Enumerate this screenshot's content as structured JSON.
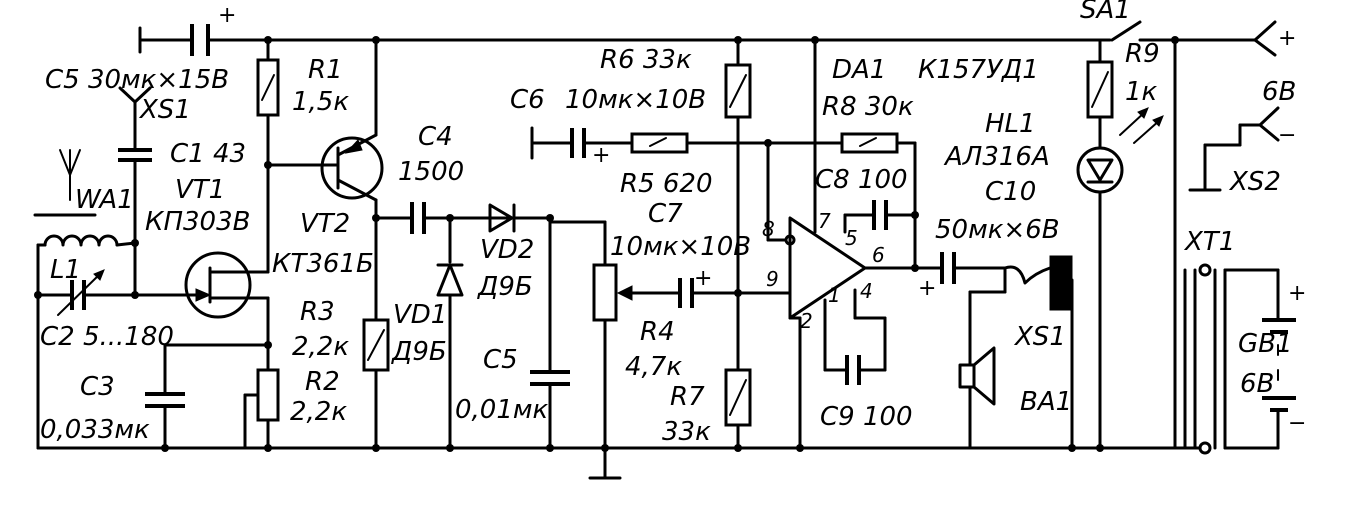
{
  "labels": {
    "sa1": "SA1",
    "c5_top": "C5  30мк×15В",
    "xs1_top": "XS1",
    "c1": "C1  43",
    "wa1": "WA1",
    "vt1": "VT1",
    "vt1_type": "КП303В",
    "l1": "L1",
    "c2": "C2  5...180",
    "c3": "C3",
    "c3_val": "0,033мк",
    "r1": "R1",
    "r1_val": "1,5к",
    "vt2": "VT2",
    "vt2_type": "КТ361Б",
    "r3": "R3",
    "r3_val": "2,2к",
    "r2": "R2",
    "r2_val": "2,2к",
    "c4": "C4",
    "c4_val": "1500",
    "vd1": "VD1",
    "vd1_type": "Д9Б",
    "vd2": "VD2",
    "vd2_type": "Д9Б",
    "c5_mid": "C5",
    "c5_mid_val": "0,01мк",
    "r6": "R6  33к",
    "c6": "C6",
    "c6_val": "10мк×10В",
    "r5": "R5  620",
    "c7": "C7",
    "c7_val": "10мк×10В",
    "r4": "R4",
    "r4_val": "4,7к",
    "r7": "R7",
    "r7_val": "33к",
    "da1": "DA1",
    "da1_type": "К157УД1",
    "r8": "R8  30к",
    "c8": "C8  100",
    "c9": "C9  100",
    "r9": "R9",
    "r9_val": "1к",
    "hl1": "HL1",
    "hl1_type": "АЛ316А",
    "c10": "C10",
    "c10_val": "50мк×6В",
    "xs1_out": "XS1",
    "ba1": "BA1",
    "xt1": "XT1",
    "gb1": "GB1",
    "gb1_val": "6В",
    "supply": "6В",
    "xs2": "XS2"
  },
  "pins": {
    "p2": "2",
    "p8": "8",
    "p7": "7",
    "p5": "5",
    "p6": "6",
    "p9": "9",
    "p1": "1",
    "p4": "4"
  },
  "signs": {
    "plus": "+",
    "minus": "−"
  }
}
